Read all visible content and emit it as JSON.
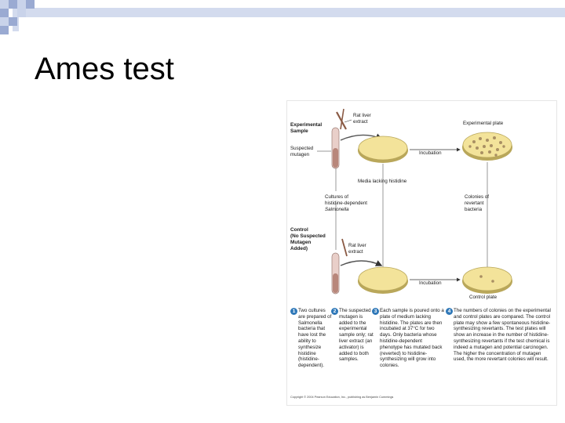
{
  "slide": {
    "title": "Ames test"
  },
  "figure": {
    "labels": {
      "experimental_sample": [
        "Experimental",
        "Sample"
      ],
      "suspected_mutagen": [
        "Suspected",
        "mutagen"
      ],
      "rat_liver_extract_top": [
        "Rat liver",
        "extract"
      ],
      "rat_liver_extract_bottom": [
        "Rat liver",
        "extract"
      ],
      "incubation_top": "Incubation",
      "incubation_bottom": "Incubation",
      "experimental_plate": "Experimental plate",
      "control_plate": "Control plate",
      "media_lacking": "Media lacking histidine",
      "cultures": [
        "Cultures of",
        "histidine-dependent",
        "Salmonella"
      ],
      "colonies": [
        "Colonies of",
        "revertant",
        "bacteria"
      ],
      "control": [
        "Control",
        "(No Suspected",
        "Mutagen",
        "Added)"
      ]
    },
    "steps": [
      {
        "number": "1",
        "text": "Two cultures are prepared of Salmonella bacteria that have lost the ability to synthesize histidine (histidine-dependent)."
      },
      {
        "number": "2",
        "text": "The suspected mutagen is added to the experimental sample only; rat liver extract (an activator) is added to both samples."
      },
      {
        "number": "3",
        "text": "Each sample is poured onto a plate of medium lacking histidine. The plates are then incubated at 37°C for two days. Only bacteria whose histidine-dependent phenotype has mutated back (reverted) to histidine-synthesizing will grow into colonies."
      },
      {
        "number": "4",
        "text": "The numbers of colonies on the experimental and control plates are compared. The control plate may show a few spontaneous histidine-synthesizing revertants. The test plates will show an increase in the number of histidine-synthesizing revertants if the test chemical is indeed a mutagen and potential carcinogen. The higher the concentration of mutagen used, the more revertant colonies will result."
      }
    ],
    "copyright": "Copyright © 2004 Pearson Education, Inc., publishing as Benjamin Cummings"
  }
}
